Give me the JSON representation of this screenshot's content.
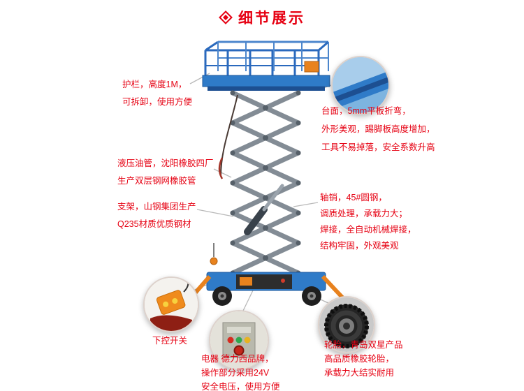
{
  "header": {
    "title": "细节展示"
  },
  "callouts": {
    "guardrail": {
      "lines": [
        "护栏，高度1M，",
        "可拆卸，使用方便"
      ]
    },
    "platform_surface": {
      "lines": [
        "台面，5mm平板折弯，",
        "外形美观，踢脚板高度增加，",
        "工具不易掉落，安全系数升高"
      ]
    },
    "hydraulic_hose": {
      "lines": [
        "液压油管，沈阳橡胶四厂",
        "生产双层钢网橡胶管"
      ]
    },
    "support_frame": {
      "lines": [
        "支架，山钢集团生产",
        "Q235材质优质钢材"
      ]
    },
    "axle_pin": {
      "lines": [
        "轴销，45#圆钢，",
        "调质处理，承载力大；",
        "焊接，全自动机械焊接，",
        "结构牢固，外观美观"
      ]
    },
    "lower_control": {
      "label": "下控开关"
    },
    "electrics": {
      "lines": [
        "电器 德力西品牌，",
        "操作部分采用24V",
        "安全电压，使用方便"
      ]
    },
    "tires": {
      "lines": [
        "轮胎，青岛双星产品",
        "高品质橡胶轮胎，",
        "承载力大结实耐用"
      ]
    }
  },
  "colors": {
    "accent_red": "#e60012",
    "lift_blue": "#2f7bc8",
    "scissor_gray": "#838c95",
    "outrigger_orange": "#e8821e"
  },
  "icons": {
    "title": "diamond-icon"
  }
}
